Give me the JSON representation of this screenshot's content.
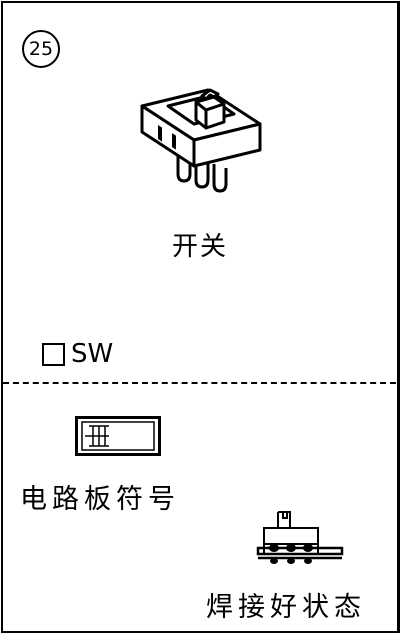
{
  "item_number": "25",
  "component_name": "开关",
  "checkbox": {
    "checked": false,
    "label": "SW"
  },
  "pcb_symbol_label": "电路板符号",
  "soldered_state_label": "焊接好状态"
}
